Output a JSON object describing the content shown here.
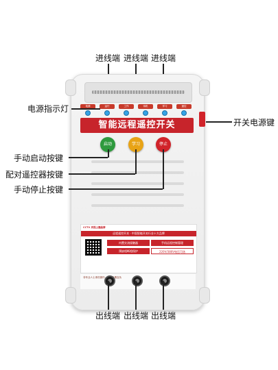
{
  "labels": {
    "in1": "进线端",
    "in2": "进线端",
    "in3": "进线端",
    "out1": "出线端",
    "out2": "出线端",
    "out3": "出线端",
    "power_indicator": "电源指示灯",
    "switch_power": "开关电源键",
    "manual_start": "手动启动按键",
    "pair_remote": "配对遥控器按键",
    "manual_stop": "手动停止按键"
  },
  "device": {
    "title": "智能远程遥控开关",
    "leds": [
      "电源",
      "运行",
      "工作",
      "待机",
      "学习",
      "遥控"
    ],
    "buttons": {
      "start": "启动",
      "learn": "学习",
      "stop": "停止"
    },
    "brand": "CCTV 央视上播品牌",
    "slogan": "远程遥控开关 · 中国智能开关行业十大品牌",
    "features": [
      "内置交流接触器",
      "手机远程控制管理",
      "预缺相断相保护",
      "220V/380V电压可选"
    ],
    "warning": "非专业人士请勿操作，否则后果自负"
  },
  "colors": {
    "accent": "#c7242b",
    "start": "#2e9a3e",
    "learn": "#e8a316",
    "stop": "#d1232a",
    "led": "#35a4e6"
  }
}
